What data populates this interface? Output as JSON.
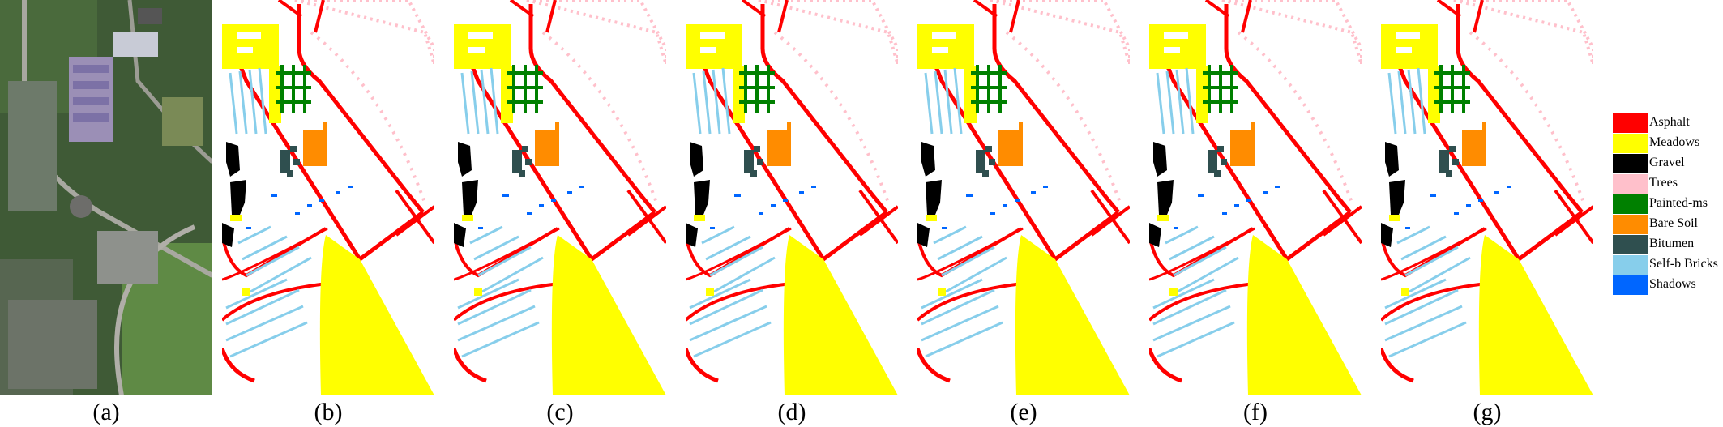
{
  "panels": [
    {
      "caption": "(a)",
      "kind": "aerial-image"
    },
    {
      "caption": "(b)",
      "kind": "classification-map"
    },
    {
      "caption": "(c)",
      "kind": "classification-map"
    },
    {
      "caption": "(d)",
      "kind": "classification-map"
    },
    {
      "caption": "(e)",
      "kind": "classification-map"
    },
    {
      "caption": "(f)",
      "kind": "classification-map"
    },
    {
      "caption": "(g)",
      "kind": "classification-map"
    }
  ],
  "legend": {
    "items": [
      {
        "label": "Asphalt",
        "color": "#ff0000"
      },
      {
        "label": "Meadows",
        "color": "#ffff00"
      },
      {
        "label": "Gravel",
        "color": "#000000"
      },
      {
        "label": "Trees",
        "color": "#ffc0cb"
      },
      {
        "label": "Painted-ms",
        "color": "#008000"
      },
      {
        "label": "Bare Soil",
        "color": "#ff8c00"
      },
      {
        "label": "Bitumen",
        "color": "#2f4f4f"
      },
      {
        "label": "Self-b Bricks",
        "color": "#87ceeb"
      },
      {
        "label": "Shadows",
        "color": "#0066ff"
      }
    ]
  }
}
